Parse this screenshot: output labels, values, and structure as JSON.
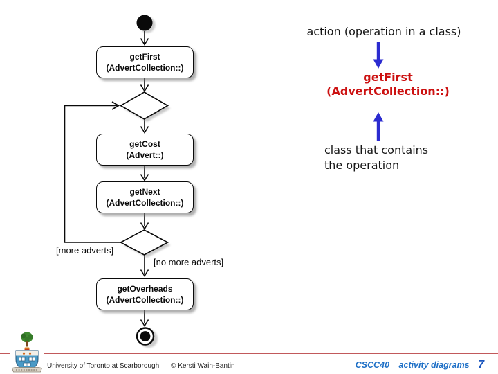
{
  "diagram": {
    "nodes": [
      {
        "line1": "getFirst",
        "line2": "(AdvertCollection::)"
      },
      {
        "line1": "getCost",
        "line2": "(Advert::)"
      },
      {
        "line1": "getNext",
        "line2": "(AdvertCollection::)"
      },
      {
        "line1": "getOverheads",
        "line2": "(AdvertCollection::)"
      }
    ],
    "guards": {
      "more": "[more adverts]",
      "no_more": "[no more adverts]"
    }
  },
  "annotations": {
    "action_label": "action (operation in a class)",
    "highlight_line1": "getFirst",
    "highlight_line2": "(AdvertCollection::)",
    "class_line1": "class that contains",
    "class_line2": "the operation",
    "highlight_color": "#cc1111",
    "arrow_color": "#2b2bd0"
  },
  "footer": {
    "institution": "University of Toronto at Scarborough",
    "copyright": "© Kersti Wain-Bantin",
    "course": "CSCC40",
    "topic": "activity diagrams",
    "page": "7",
    "text_color": "#1d6fc6",
    "line_color": "#9e3439"
  },
  "logo": {
    "name": "university-of-toronto-crest"
  }
}
